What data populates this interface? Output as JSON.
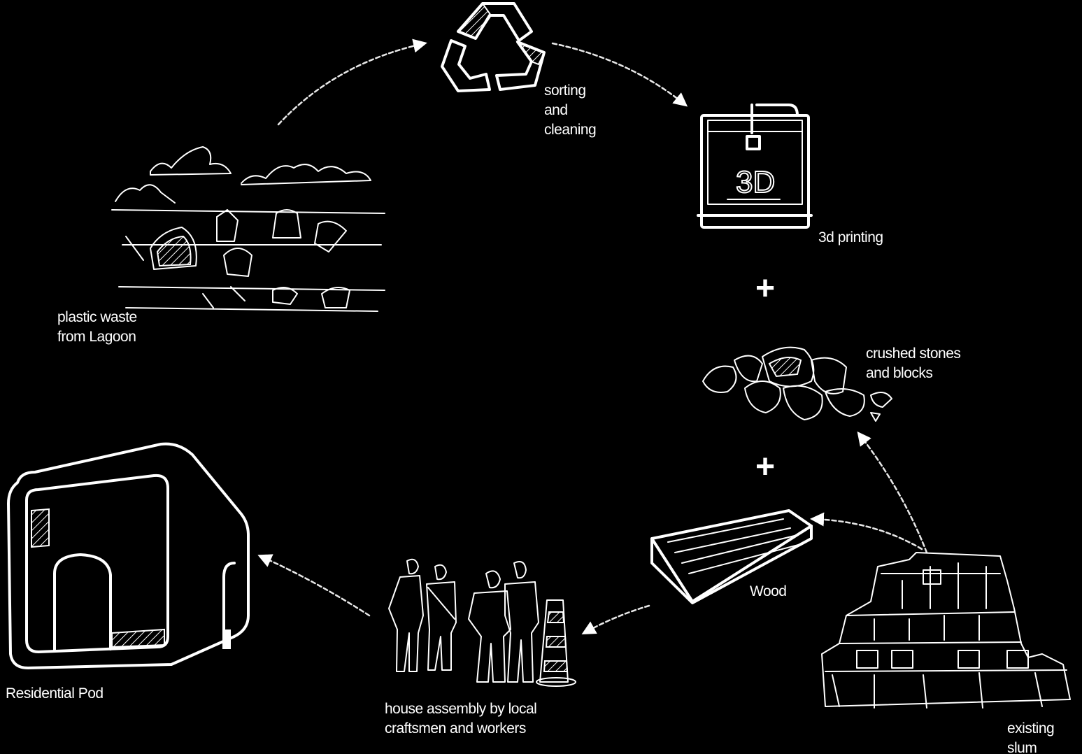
{
  "labels": {
    "recycle": "sorting\nand\ncleaning",
    "printing": "3d printing",
    "plastic": "plastic waste\nfrom Lagoon",
    "stones": "crushed stones\nand blocks",
    "wood": "Wood",
    "assembly": "house assembly by local\ncraftsmen and workers",
    "pod": "Residential Pod",
    "slum": "existing\nslum"
  },
  "printer_text": "3D",
  "plus_symbol": "+",
  "colors": {
    "background": "#000000",
    "ink": "#ffffff"
  }
}
